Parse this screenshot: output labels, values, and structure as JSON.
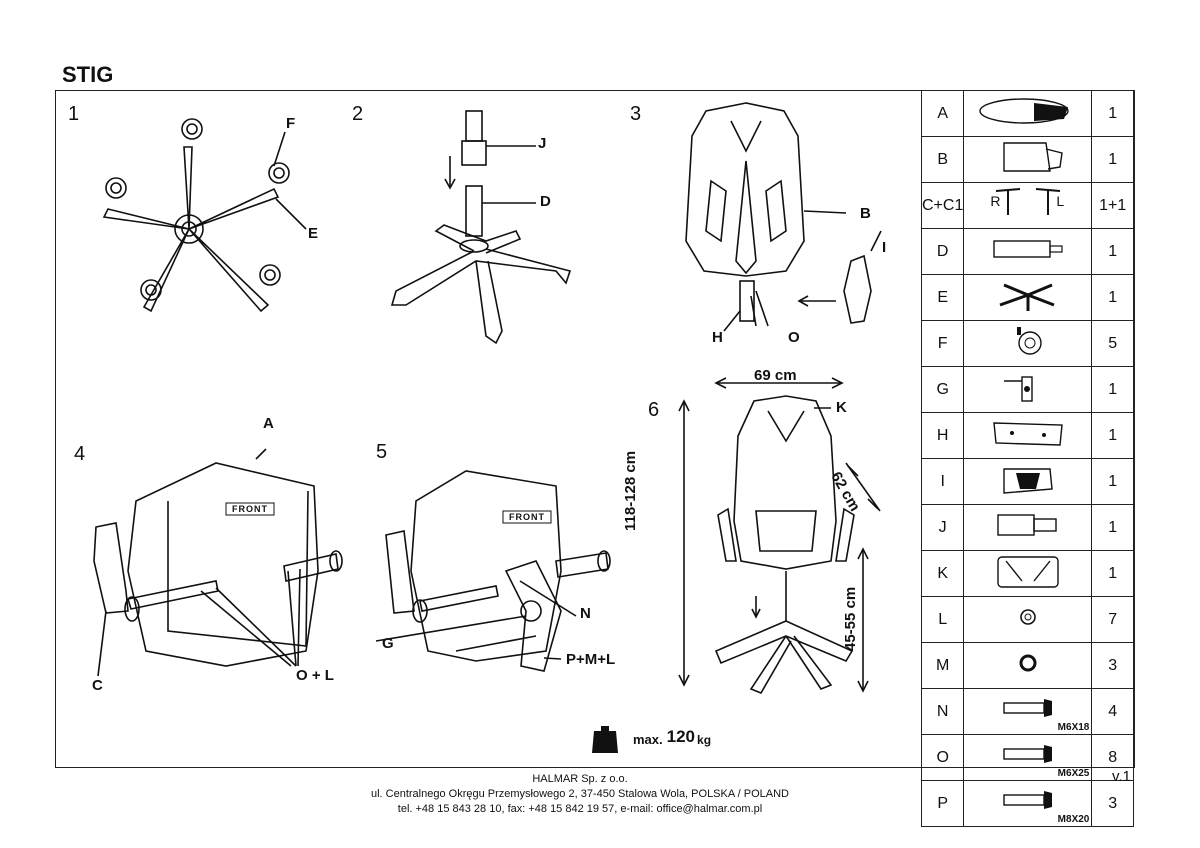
{
  "title": "STIG",
  "steps": [
    "1",
    "2",
    "3",
    "4",
    "5",
    "6"
  ],
  "labels": {
    "s1_F": "F",
    "s1_E": "E",
    "s2_J": "J",
    "s2_D": "D",
    "s3_B": "B",
    "s3_I": "I",
    "s3_H": "H",
    "s3_O": "O",
    "s4_A": "A",
    "s4_C": "C",
    "s4_OL": "O + L",
    "s5_N": "N",
    "s5_G": "G",
    "s5_PML": "P+M+L",
    "s6_K": "K"
  },
  "dimensions": {
    "width": "69 cm",
    "height": "118-128 cm",
    "depth": "62 cm",
    "seat_height": "45-55 cm"
  },
  "front_label": "FRONT",
  "max_weight": {
    "prefix": "max.",
    "value": "120",
    "unit": "kg"
  },
  "parts": [
    {
      "letter": "A",
      "qty": "1",
      "icon": "seat-cushion-icon"
    },
    {
      "letter": "B",
      "qty": "1",
      "icon": "backrest-icon"
    },
    {
      "letter": "C+C1",
      "qty": "1+1",
      "icon": "armrest-pair-icon",
      "sub_r": "R",
      "sub_l": "L"
    },
    {
      "letter": "D",
      "qty": "1",
      "icon": "gas-lift-icon"
    },
    {
      "letter": "E",
      "qty": "1",
      "icon": "star-base-icon"
    },
    {
      "letter": "F",
      "qty": "5",
      "icon": "caster-icon"
    },
    {
      "letter": "G",
      "qty": "1",
      "icon": "mechanism-icon"
    },
    {
      "letter": "H",
      "qty": "1",
      "icon": "bracket-plate-icon"
    },
    {
      "letter": "I",
      "qty": "1",
      "icon": "back-cover-icon"
    },
    {
      "letter": "J",
      "qty": "1",
      "icon": "cylinder-cover-icon"
    },
    {
      "letter": "K",
      "qty": "1",
      "icon": "headrest-pillow-icon"
    },
    {
      "letter": "L",
      "qty": "7",
      "icon": "washer-icon"
    },
    {
      "letter": "M",
      "qty": "3",
      "icon": "spring-washer-icon"
    },
    {
      "letter": "N",
      "qty": "4",
      "icon": "bolt-icon",
      "size": "M6X18"
    },
    {
      "letter": "O",
      "qty": "8",
      "icon": "bolt-icon",
      "size": "M6X25"
    },
    {
      "letter": "P",
      "qty": "3",
      "icon": "bolt-icon",
      "size": "M8X20"
    }
  ],
  "footer": {
    "company": "HALMAR Sp. z o.o.",
    "address": "ul. Centralnego Okręgu Przemysłowego 2, 37-450 Stalowa Wola, POLSKA / POLAND",
    "contact": "tel. +48 15 843 28 10, fax: +48 15 842 19 57, e-mail: office@halmar.com.pl"
  },
  "version": "v.1"
}
